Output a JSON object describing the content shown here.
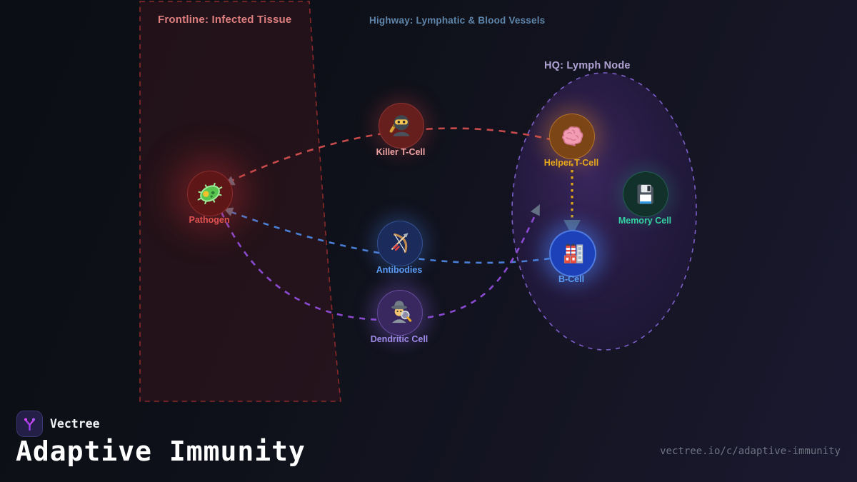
{
  "regions": {
    "frontline": {
      "label": "Frontline: Infected Tissue",
      "label_color": "#dd7f7f",
      "border_color": "#8b2a2a",
      "fill": "rgba(140,32,38,0.17)"
    },
    "highway": {
      "label": "Highway: Lymphatic & Blood Vessels",
      "label_color": "#5f86aa"
    },
    "hq": {
      "label": "HQ: Lymph Node",
      "label_color": "#b0a3d4",
      "border_color": "#7d5fc8",
      "fill": "#31205a"
    }
  },
  "nodes": [
    {
      "id": "pathogen",
      "label": "Pathogen",
      "icon": "microbe-icon",
      "label_color": "#e05252",
      "region": "frontline"
    },
    {
      "id": "killer-t-cell",
      "label": "Killer T-Cell",
      "icon": "ninja-icon",
      "label_color": "#f0a3a3",
      "region": "highway"
    },
    {
      "id": "helper-t-cell",
      "label": "Helper T-Cell",
      "icon": "brain-icon",
      "label_color": "#e8a81c",
      "region": "hq"
    },
    {
      "id": "memory-cell",
      "label": "Memory Cell",
      "icon": "floppy-disk-icon",
      "label_color": "#35d2a2",
      "region": "hq"
    },
    {
      "id": "antibodies",
      "label": "Antibodies",
      "icon": "bow-arrow-icon",
      "label_color": "#5b9cf5",
      "region": "highway"
    },
    {
      "id": "b-cell",
      "label": "B-Cell",
      "icon": "factory-icon",
      "label_color": "#5b9cf5",
      "region": "hq"
    },
    {
      "id": "dendritic-cell",
      "label": "Dendritic Cell",
      "icon": "detective-icon",
      "label_color": "#a08bea",
      "region": "highway"
    }
  ],
  "edges": [
    {
      "from": "Helper T-Cell",
      "through": "Killer T-Cell",
      "to": "Pathogen",
      "color": "#c84b4b",
      "style": "dashed",
      "arrowhead_color": "#647084"
    },
    {
      "from": "B-Cell",
      "through": "Antibodies",
      "to": "Pathogen",
      "color": "#4a7fd6",
      "style": "dashed",
      "arrowhead_color": "#647084"
    },
    {
      "from": "Pathogen",
      "through": "Dendritic Cell",
      "to": "Helper T-Cell",
      "color": "#8a4ad0",
      "style": "dashed",
      "arrowhead_color": "#647084"
    },
    {
      "from": "Helper T-Cell",
      "to": "B-Cell",
      "color": "#dba514",
      "style": "dotted",
      "arrowhead_color": "#4e6078"
    }
  ],
  "footer": {
    "brand": "Vectree",
    "title": "Adaptive Immunity",
    "url": "vectree.io/c/adaptive-immunity"
  }
}
